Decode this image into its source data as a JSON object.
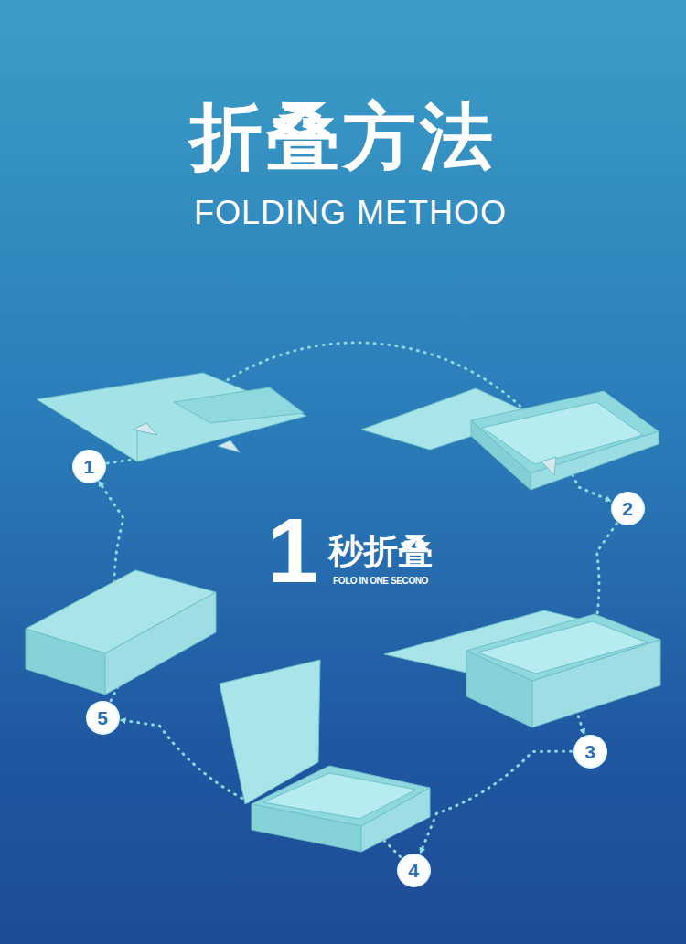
{
  "diagram": {
    "title": "折叠方法",
    "nodes": [
      {
        "text": [
          "1"
        ]
      },
      {
        "text": [
          "2"
        ]
      },
      {
        "text": [
          "3"
        ]
      },
      {
        "text": [
          "4"
        ]
      },
      {
        "text": [
          "5"
        ]
      }
    ],
    "edges": [
      {
        "from": 0,
        "to": 1,
        "arrow": "to"
      },
      {
        "from": 1,
        "to": 2,
        "arrow": "to"
      },
      {
        "from": 2,
        "to": 3,
        "arrow": "to"
      },
      {
        "from": 3,
        "to": 4,
        "arrow": "to"
      },
      {
        "from": 4,
        "to": 0,
        "arrow": "to"
      }
    ],
    "labels": [
      "FOLDING METHOO",
      "1",
      "秒折叠",
      "FOLO IN ONE SECONO"
    ]
  }
}
